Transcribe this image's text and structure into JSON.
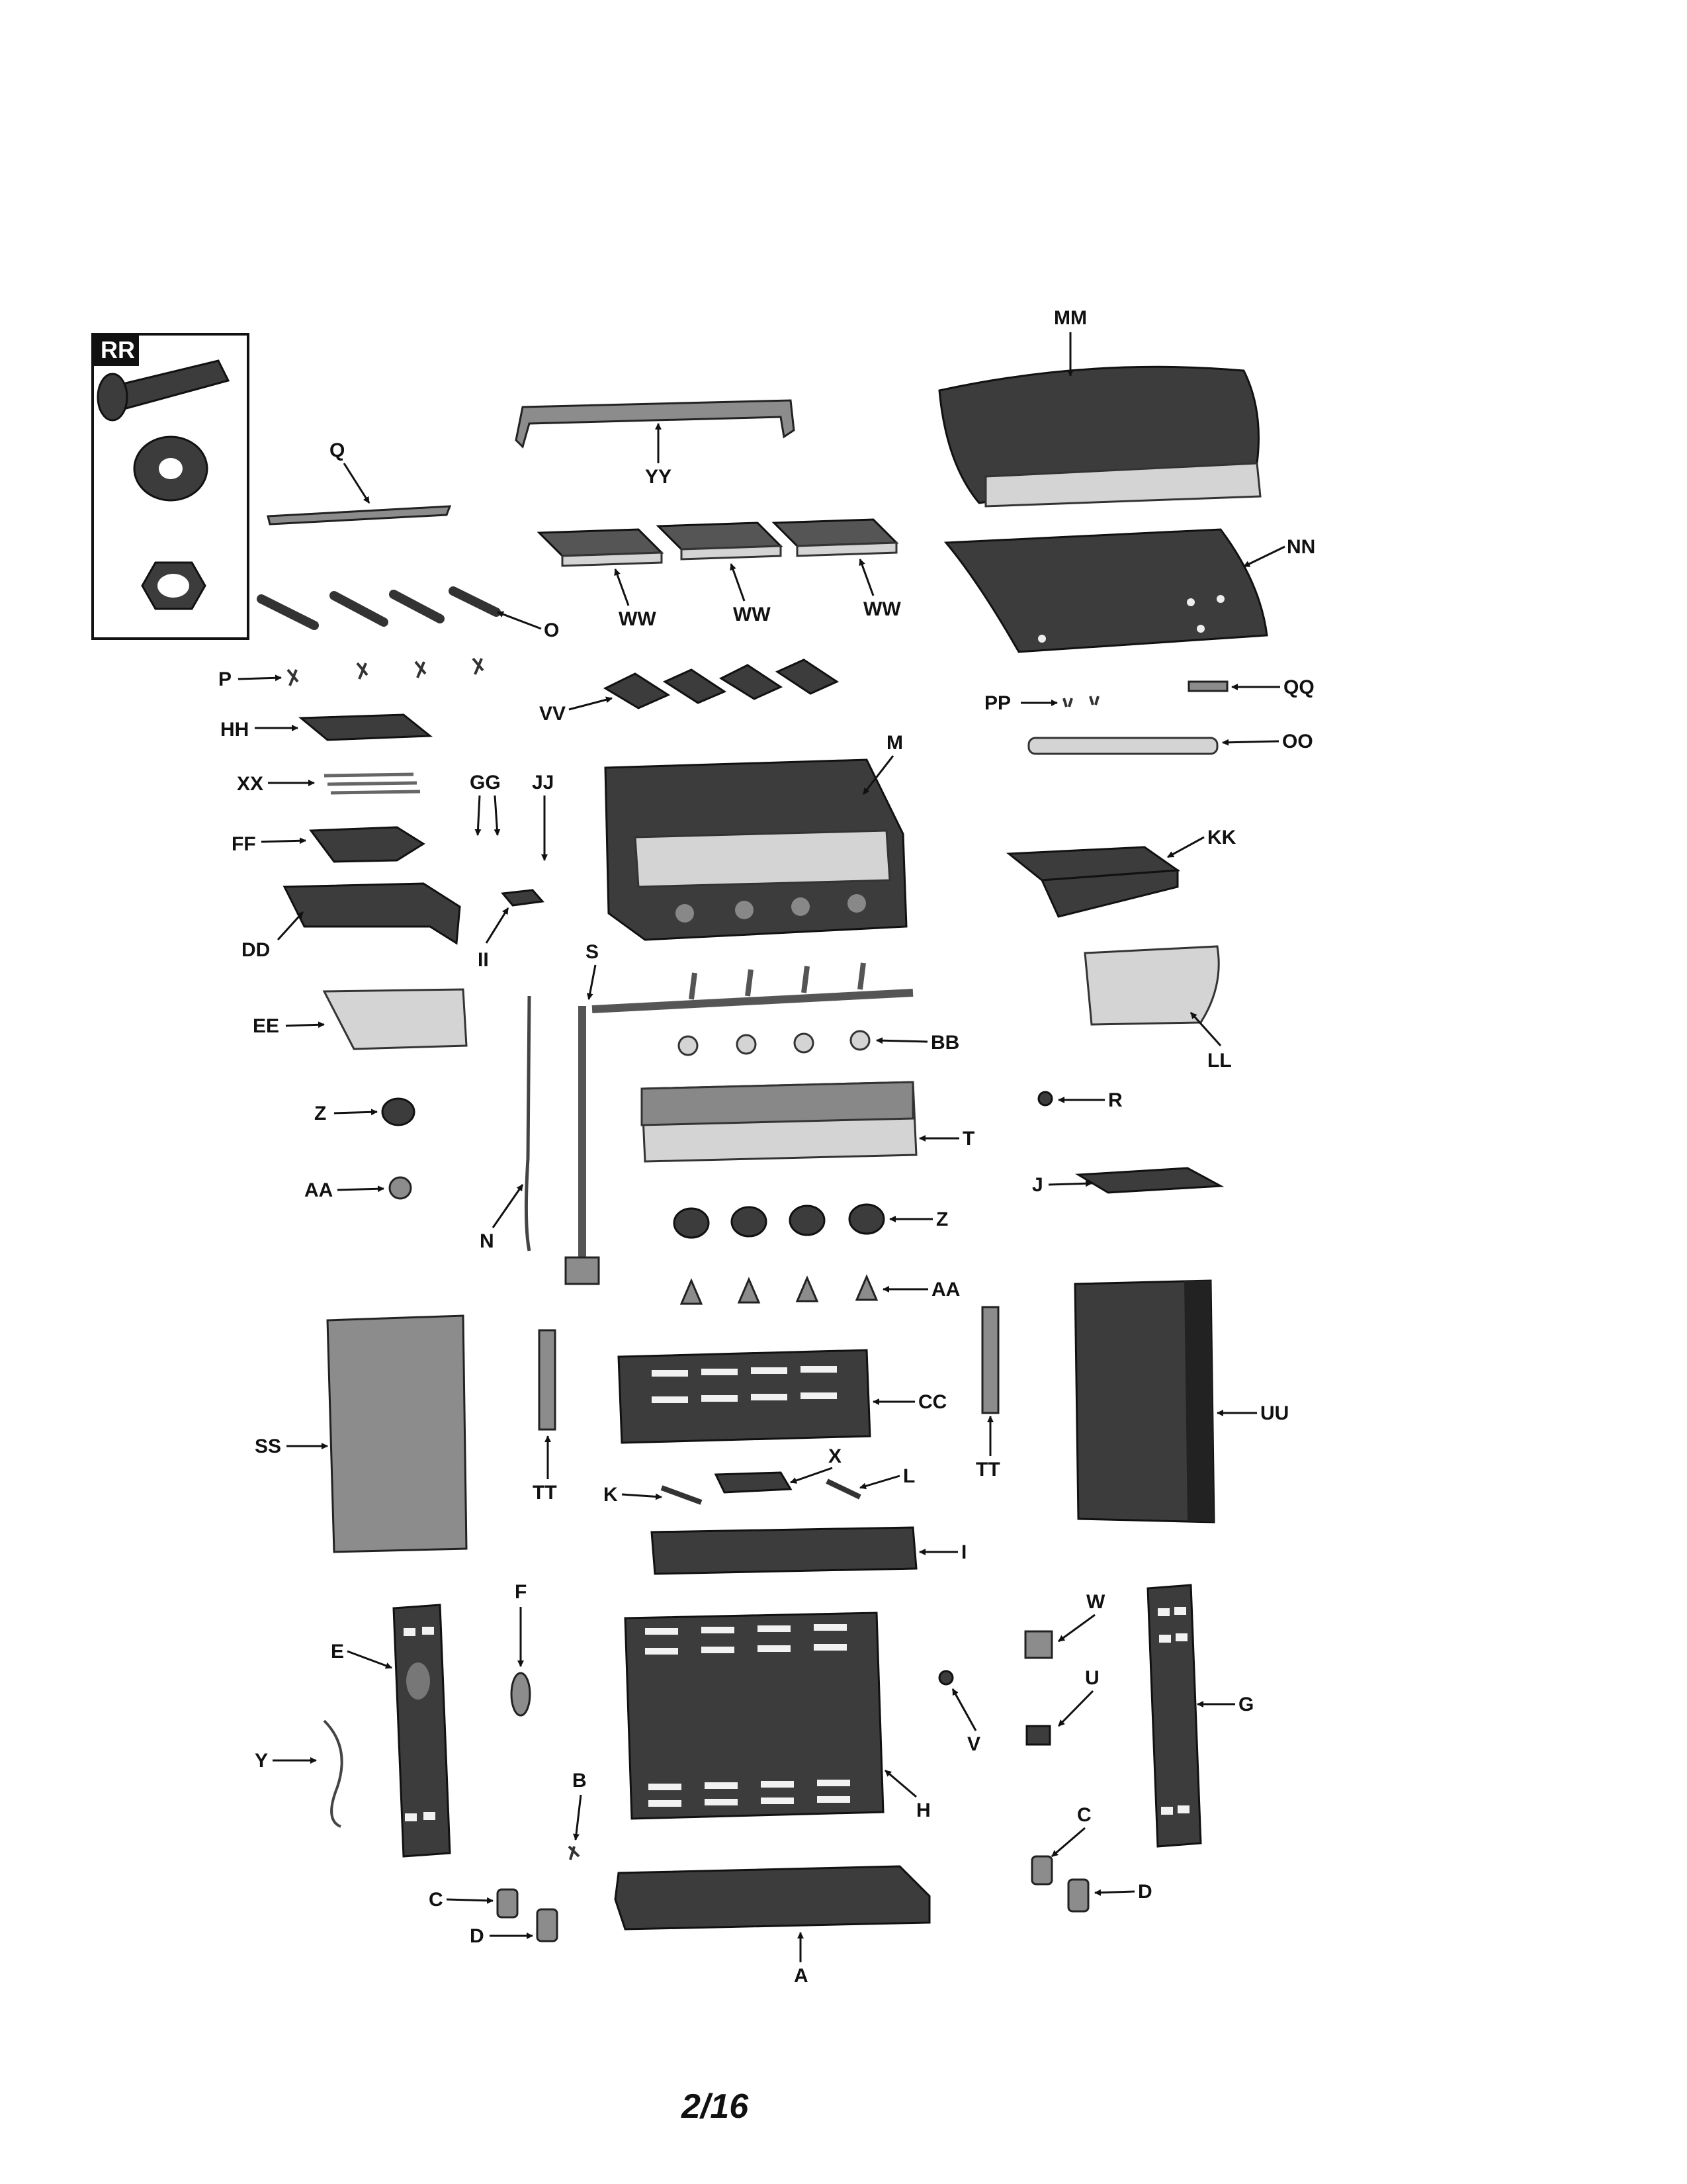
{
  "inset": {
    "label": "RR"
  },
  "callouts": {
    "A": "A",
    "B": "B",
    "C": "C",
    "D": "D",
    "E": "E",
    "F": "F",
    "G": "G",
    "H": "H",
    "I": "I",
    "J": "J",
    "K": "K",
    "L": "L",
    "M": "M",
    "N": "N",
    "O": "O",
    "P": "P",
    "Q": "Q",
    "R": "R",
    "S": "S",
    "T": "T",
    "U": "U",
    "V": "V",
    "W": "W",
    "X": "X",
    "Y": "Y",
    "Z": "Z",
    "AA": "AA",
    "BB": "BB",
    "CC": "CC",
    "DD": "DD",
    "EE": "EE",
    "FF": "FF",
    "GG": "GG",
    "HH": "HH",
    "II": "II",
    "JJ": "JJ",
    "KK": "KK",
    "LL": "LL",
    "MM": "MM",
    "NN": "NN",
    "OO": "OO",
    "PP": "PP",
    "QQ": "QQ",
    "SS": "SS",
    "TT": "TT",
    "UU": "UU",
    "VV": "VV",
    "WW": "WW",
    "XX": "XX",
    "YY": "YY"
  },
  "page_number": "2/16"
}
